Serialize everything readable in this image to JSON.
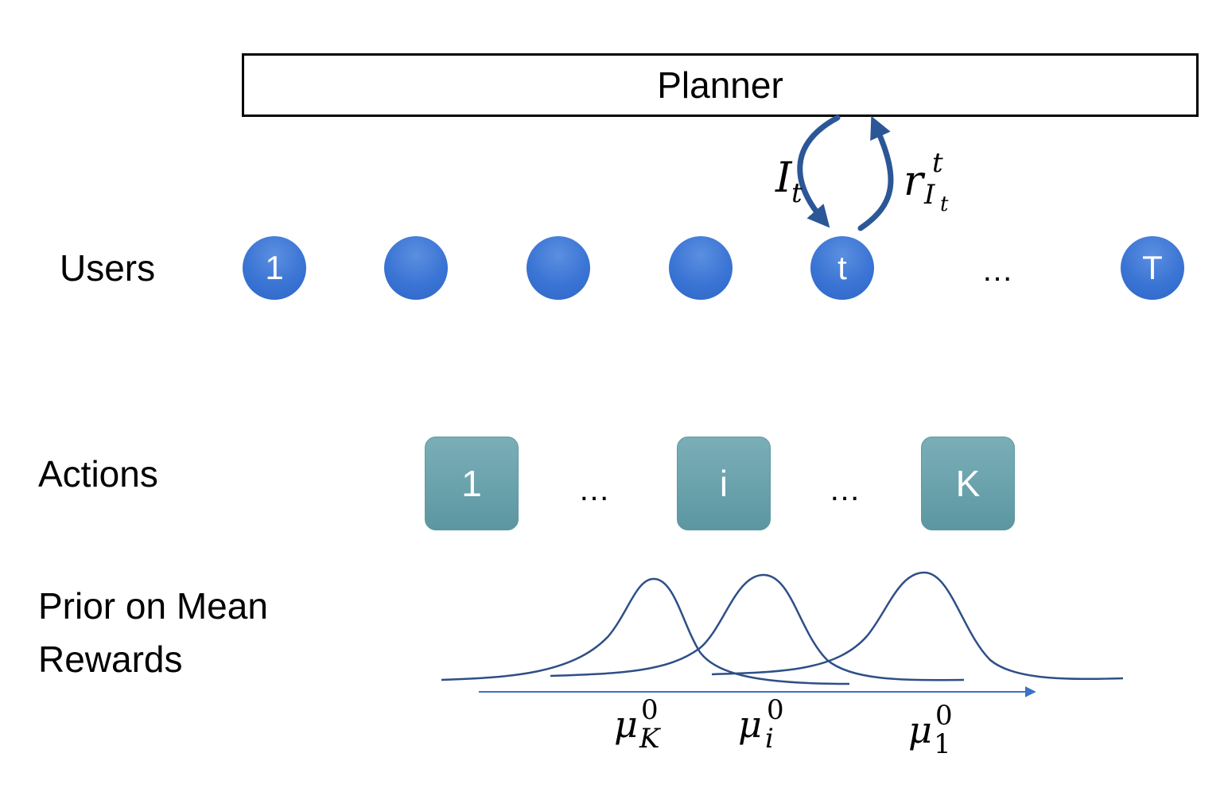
{
  "planner": {
    "label": "Planner"
  },
  "rows": {
    "users": "Users",
    "actions": "Actions",
    "prior": [
      "Prior on Mean",
      "Rewards"
    ]
  },
  "users": {
    "nodes": [
      "1",
      "",
      "",
      "",
      "t",
      "T"
    ],
    "ellipsis": "…"
  },
  "actions": {
    "nodes": [
      "1",
      "i",
      "K"
    ],
    "ellipsis": "…"
  },
  "feedback": {
    "action_label": {
      "base": "I",
      "sub": "t"
    },
    "reward_label": {
      "base": "r",
      "sup": "t",
      "sub": "I",
      "subsub": "t"
    }
  },
  "priors": [
    {
      "base": "μ",
      "sup": "0",
      "sub": "K"
    },
    {
      "base": "μ",
      "sup": "0",
      "sub": "i"
    },
    {
      "base": "μ",
      "sup": "0",
      "sub": "1"
    }
  ],
  "colors": {
    "user_node": "#3a74d4",
    "action_node": "#6aa2ac",
    "arrow": "#2b5797",
    "curve": "#2e4f87",
    "axis": "#3a72c4"
  }
}
